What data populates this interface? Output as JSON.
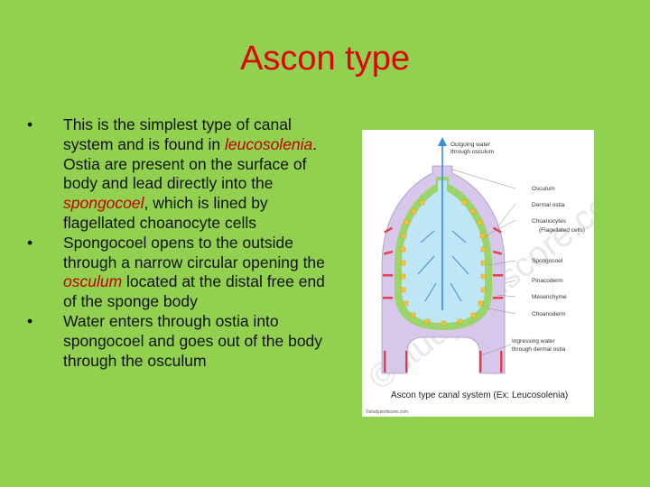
{
  "slide": {
    "title": "Ascon type",
    "bullet_symbol": "•",
    "bullets": [
      {
        "parts": [
          "This is the simplest type of canal system and is found in ",
          "leucosolenia",
          ". Ostia are present on the surface of body and lead directly into the ",
          "spongocoel",
          ", which is lined by flagellated choanocyte cells"
        ]
      },
      {
        "parts": [
          "Spongocoel opens to  the outside through a narrow circular opening the ",
          "osculum",
          " located at the distal free end of the sponge body"
        ]
      },
      {
        "parts": [
          "Water enters through ostia into spongocoel and goes out of the body through the osculum"
        ]
      }
    ]
  },
  "figure": {
    "labels": {
      "outgoing_1": "Outgoing water",
      "outgoing_2": "through osculum",
      "osculum": "Osculum",
      "dermal_ostia": "Dermal ostia",
      "choanocytes": "Choanocytes",
      "flagellated": "(Flagellated cells)",
      "spongocoel": "Spongocoel",
      "pinacoderm": "Pinacoderm",
      "mesenchyme": "Mesenchyme",
      "choanoderm": "Choanoderm",
      "ingressing_1": "Ingressing water",
      "ingressing_2": "through dermal ostia"
    },
    "caption": "Ascon type canal system (Ex: Leucosolenia)",
    "watermark": "©studyandscore.com",
    "source": "©studyandscore.com",
    "colors": {
      "wall": "#d7c7ea",
      "choanoderm": "#9bd46a",
      "spongocoel": "#bfe6f7",
      "ostia": "#e0404e",
      "choanocyte": "#f2c43a",
      "arrow": "#3b8fd4"
    }
  }
}
